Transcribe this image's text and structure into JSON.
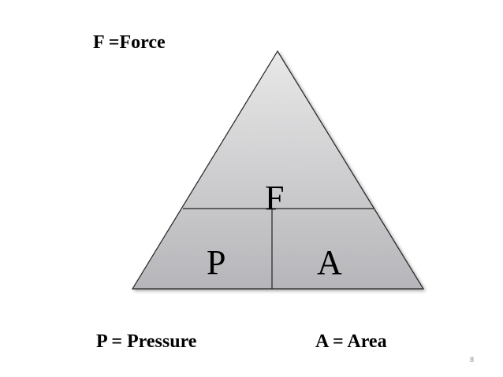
{
  "legend": {
    "force": "F =Force",
    "pressure": "P = Pressure",
    "area": "A = Area"
  },
  "triangle": {
    "top_letter": "F",
    "bottom_left_letter": "P",
    "bottom_right_letter": "A"
  },
  "page_number": "8",
  "colors": {
    "fill_light": "#e6e6e6",
    "fill_dark": "#b9b9bd",
    "outline": "#222222"
  }
}
